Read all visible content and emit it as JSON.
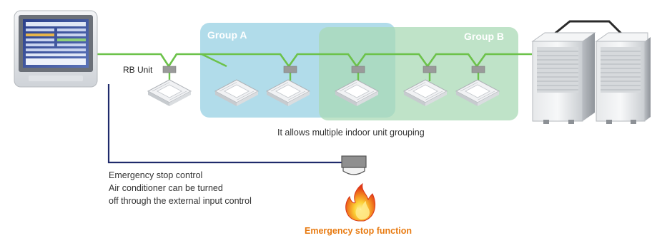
{
  "groups": [
    {
      "label": "Group A",
      "color": "#a8d8e8"
    },
    {
      "label": "Group B",
      "color": "#b7dfc2"
    }
  ],
  "rb_unit_label": "RB Unit",
  "grouping_caption": "It allows multiple indoor unit grouping",
  "emergency_note": {
    "lines": [
      "Emergency stop control",
      "Air conditioner can be turned",
      "off through the external input control"
    ]
  },
  "emergency_function_label": "Emergency stop function",
  "colors": {
    "refrigerant_line": "#6cc24a",
    "control_line": "#1f2a6b",
    "rb_unit": "#9a9a9a",
    "flame_outer": "#e8421c",
    "flame_inner": "#fbd035",
    "function_label": "#e87a10"
  },
  "icons": {
    "central_controller": "touch-panel-controller-icon",
    "indoor_unit": "ceiling-cassette-icon",
    "outdoor_unit": "outdoor-unit-icon",
    "external_input": "external-input-device-icon",
    "fire": "fire-icon"
  }
}
